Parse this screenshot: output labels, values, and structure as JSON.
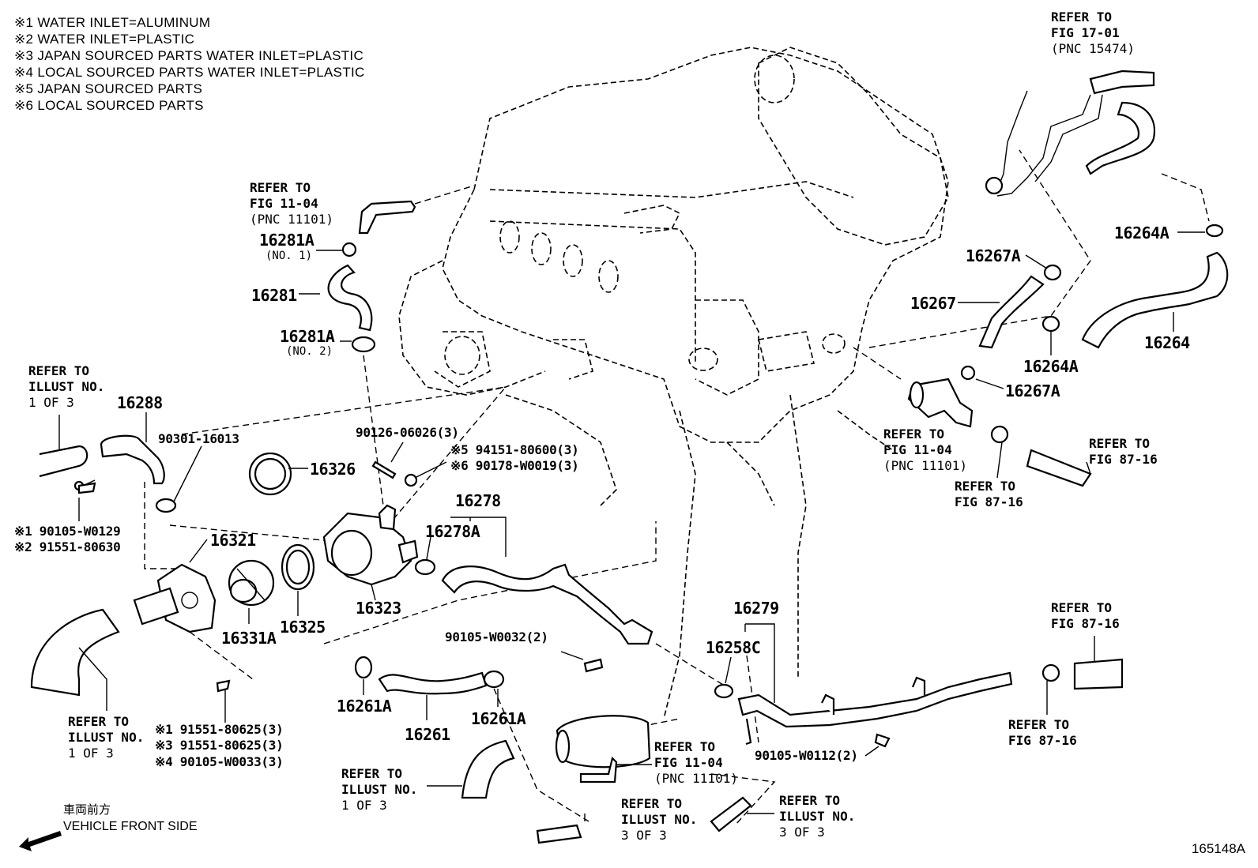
{
  "notes": [
    "※1 WATER INLET=ALUMINUM",
    "※2 WATER INLET=PLASTIC",
    "※3 JAPAN SOURCED PARTS WATER INLET=PLASTIC",
    "※4 LOCAL SOURCED PARTS WATER INLET=PLASTIC",
    "※5 JAPAN SOURCED PARTS",
    "※6 LOCAL SOURCED PARTS"
  ],
  "part_numbers": {
    "p16281A_top": "16281A",
    "p16281A_top_sub": "(NO. 1)",
    "p16281": "16281",
    "p16281A_bot": "16281A",
    "p16281A_bot_sub": "(NO. 2)",
    "p16288": "16288",
    "p16326": "16326",
    "p16278": "16278",
    "p16278A": "16278A",
    "p16321": "16321",
    "p16331A": "16331A",
    "p16325": "16325",
    "p16323": "16323",
    "p16261A_left": "16261A",
    "p16261": "16261",
    "p16261A_right": "16261A",
    "p16279": "16279",
    "p16258C": "16258C",
    "p16264A_top": "16264A",
    "p16267A_top": "16267A",
    "p16267": "16267",
    "p16264": "16264",
    "p16264A_bot": "16264A",
    "p16267A_bot": "16267A"
  },
  "codes": {
    "c90301": "90301-16013",
    "c90126": "90126-06026(3)",
    "c94151": "※5 94151-80600(3)",
    "c90178": "※6 90178-W0019(3)",
    "c90105_w0129": "※1 90105-W0129",
    "c91551_80630": "※2 91551-80630",
    "c90105_w0032": "90105-W0032(2)",
    "c91551_80625_1": "※1 91551-80625(3)",
    "c91551_80625_3": "※3 91551-80625(3)",
    "c90105_w0033": "※4 90105-W0033(3)",
    "c90105_w0112": "90105-W0112(2)"
  },
  "refs": {
    "fig1104_left": {
      "l1": "REFER TO",
      "l2": "FIG 11-04",
      "l3": "(PNC 11101)"
    },
    "fig1701": {
      "l1": "REFER TO",
      "l2": "FIG 17-01",
      "l3": "(PNC 15474)"
    },
    "illust1_topleft": {
      "l1": "REFER TO",
      "l2": "ILLUST NO.",
      "l3": "1 OF 3"
    },
    "fig1104_right": {
      "l1": "REFER TO",
      "l2": "FIG 11-04",
      "l3": "(PNC 11101)"
    },
    "fig8716_a": {
      "l1": "REFER TO",
      "l2": "FIG 87-16"
    },
    "fig8716_b": {
      "l1": "REFER TO",
      "l2": "FIG 87-16"
    },
    "fig8716_c": {
      "l1": "REFER TO",
      "l2": "FIG 87-16"
    },
    "fig8716_d": {
      "l1": "REFER TO",
      "l2": "FIG 87-16"
    },
    "illust1_bottomleft": {
      "l1": "REFER TO",
      "l2": "ILLUST NO.",
      "l3": "1 OF 3"
    },
    "illust1_bottom": {
      "l1": "REFER TO",
      "l2": "ILLUST NO.",
      "l3": "1 OF 3"
    },
    "fig1104_bottom": {
      "l1": "REFER TO",
      "l2": "FIG 11-04",
      "l3": "(PNC 11101)"
    },
    "illust3_a": {
      "l1": "REFER TO",
      "l2": "ILLUST NO.",
      "l3": "3 OF 3"
    },
    "illust3_b": {
      "l1": "REFER TO",
      "l2": "ILLUST NO.",
      "l3": "3 OF 3"
    }
  },
  "front_side": {
    "jp": "車両前方",
    "en": "VEHICLE FRONT SIDE"
  },
  "figure_number": "165148A"
}
